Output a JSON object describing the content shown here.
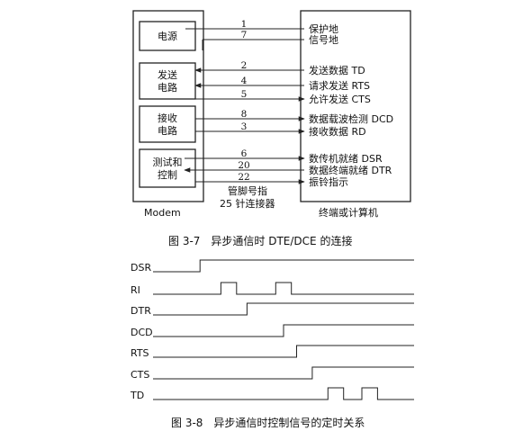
{
  "fig37": {
    "modem_blocks": [
      {
        "id": "power",
        "lines": [
          "电源"
        ]
      },
      {
        "id": "send",
        "lines": [
          "发送",
          "电路"
        ]
      },
      {
        "id": "recv",
        "lines": [
          "接收",
          "电路"
        ]
      },
      {
        "id": "test",
        "lines": [
          "测试和",
          "控制"
        ]
      }
    ],
    "modem_label": "Modem",
    "terminal_label": "终端或计算机",
    "connector_lines": [
      "管脚号指",
      "25 针连接器"
    ],
    "pins": [
      {
        "pin": "1",
        "label": "保护地",
        "dir": "none"
      },
      {
        "pin": "7",
        "label": "信号地",
        "dir": "none"
      },
      {
        "pin": "2",
        "label": "发送数据 TD",
        "dir": "to-modem"
      },
      {
        "pin": "4",
        "label": "请求发送 RTS",
        "dir": "to-modem"
      },
      {
        "pin": "5",
        "label": "允许发送 CTS",
        "dir": "to-terminal"
      },
      {
        "pin": "8",
        "label": "数据载波检测 DCD",
        "dir": "to-terminal"
      },
      {
        "pin": "3",
        "label": "接收数据 RD",
        "dir": "to-terminal"
      },
      {
        "pin": "6",
        "label": "数传机就绪 DSR",
        "dir": "to-terminal"
      },
      {
        "pin": "20",
        "label": "数据终端就绪 DTR",
        "dir": "to-modem"
      },
      {
        "pin": "22",
        "label": "振铃指示",
        "dir": "to-terminal"
      }
    ],
    "caption": "图 3-7　异步通信时 DTE/DCE 的连接"
  },
  "fig38": {
    "signals": [
      {
        "name": "DSR",
        "edges": [
          0.18
        ]
      },
      {
        "name": "RI",
        "edges": [
          0.26,
          0.32,
          0.47,
          0.53
        ]
      },
      {
        "name": "DTR",
        "edges": [
          0.36
        ]
      },
      {
        "name": "DCD",
        "edges": [
          0.5
        ]
      },
      {
        "name": "RTS",
        "edges": [
          0.55
        ]
      },
      {
        "name": "CTS",
        "edges": [
          0.61
        ]
      },
      {
        "name": "TD",
        "edges": [
          0.67,
          0.73,
          0.8,
          0.86
        ]
      }
    ],
    "caption": "图 3-8　异步通信时控制信号的定时关系"
  }
}
